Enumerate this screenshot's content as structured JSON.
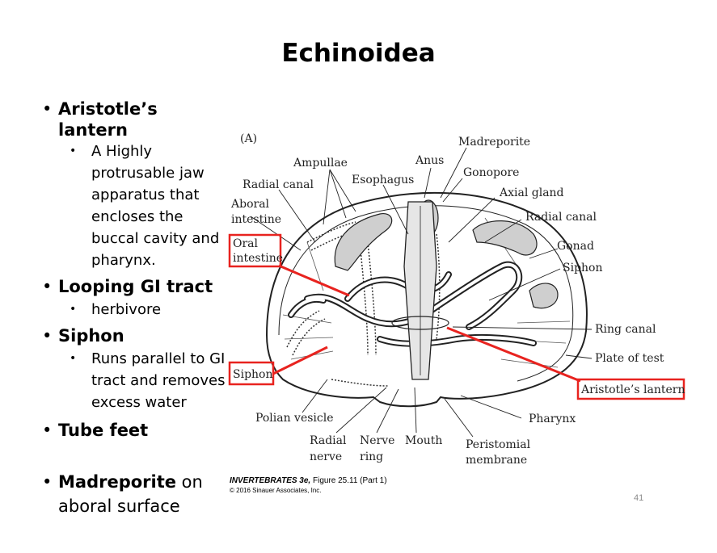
{
  "slide": {
    "title": "Echinoidea",
    "page_number": "41"
  },
  "bullets": [
    {
      "label": "Aristotle’s lantern",
      "sub": [
        "A Highly",
        "protrusable jaw",
        "apparatus that",
        "encloses the",
        "buccal cavity and",
        "pharynx."
      ]
    },
    {
      "label": "Looping GI tract",
      "sub": [
        "herbivore"
      ]
    },
    {
      "label": "Siphon",
      "sub": [
        "Runs parallel to GI",
        "tract and removes",
        "excess water"
      ]
    },
    {
      "label": "Tube feet",
      "sub": []
    },
    {
      "label": "Madreporite",
      "suffix": " on",
      "line2": "aboral surface"
    }
  ],
  "diagram": {
    "panel_label": "(A)",
    "labels": {
      "madreporite": "Madreporite",
      "anus": "Anus",
      "ampullae": "Ampullae",
      "gonopore": "Gonopore",
      "esophagus": "Esophagus",
      "radial_canal_left": "Radial canal",
      "axial_gland": "Axial gland",
      "aboral_intestine_1": "Aboral",
      "aboral_intestine_2": "intestine",
      "radial_canal_right": "Radial canal",
      "oral_intestine_1": "Oral",
      "oral_intestine_2": "intestine",
      "gonad": "Gonad",
      "siphon_right": "Siphon",
      "ring_canal": "Ring canal",
      "plate_of_test": "Plate of test",
      "siphon_box": "Siphon",
      "aristotles_lantern": "Aristotle’s lantern",
      "polian_vesicle": "Polian vesicle",
      "pharynx": "Pharynx",
      "radial_nerve_1": "Radial",
      "radial_nerve_2": "nerve",
      "nerve_ring_1": "Nerve",
      "nerve_ring_2": "ring",
      "mouth": "Mouth",
      "peristomial_1": "Peristomial",
      "peristomial_2": "membrane"
    },
    "highlight_color": "#e8231f"
  },
  "caption": {
    "line1": "INVERTEBRATES 3e,",
    "line1b": " Figure 25.11 (Part 1)",
    "line2": "© 2016 Sinauer Associates, Inc."
  }
}
